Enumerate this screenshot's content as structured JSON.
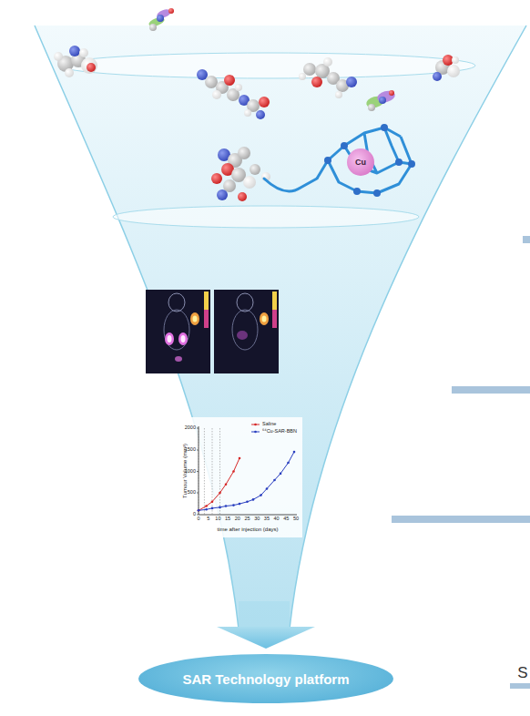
{
  "diagram": {
    "nodes": [
      {
        "text": [
          "SAR Technology platform"
        ]
      }
    ],
    "labels": [
      "Cu",
      "0",
      "500",
      "1000",
      "1500",
      "2000",
      "0",
      "5",
      "10",
      "15",
      "20",
      "25",
      "30",
      "35",
      "40",
      "45",
      "50",
      "Tumour Volume (mm³)",
      "time after injection (days)",
      "S"
    ],
    "legend": [
      {
        "text": "Saline"
      },
      {
        "text": "⁶⁴Cu-SAR-BBN"
      }
    ]
  }
}
